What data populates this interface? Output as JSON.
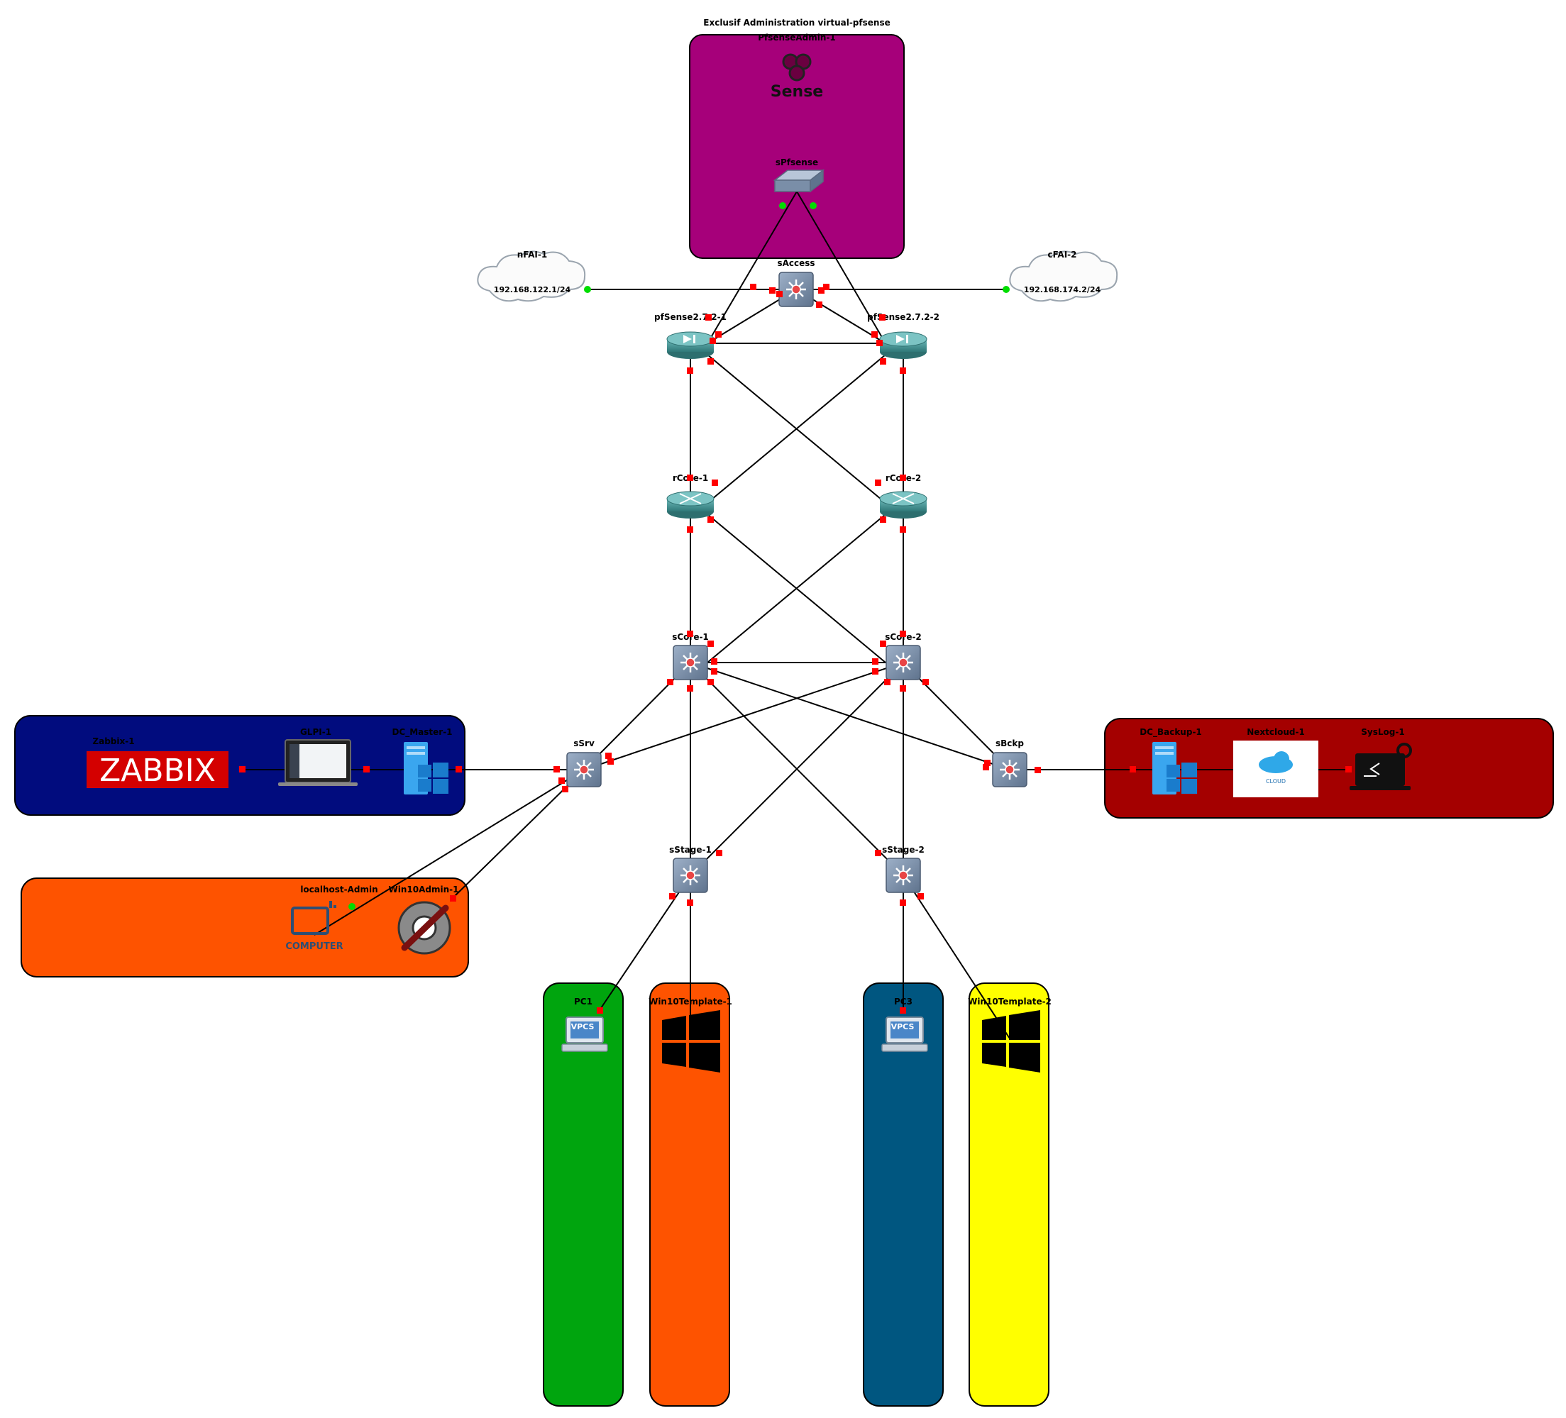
{
  "title": "Exclusif Administration virtual-pfsense",
  "colors": {
    "pfsense_zone": "#a6007a",
    "zabbix_zone": "#010c7e",
    "backup_zone": "#a40000",
    "admin_zone": "#fe5300",
    "pc1_zone": "#00a50e",
    "win1_zone": "#fe5300",
    "pc3_zone": "#005680",
    "win2_zone": "#ffff00",
    "link": "#000000",
    "port_down": "#ff0000",
    "port_up": "#00dd00",
    "router": "#4a9b9b",
    "switch": "#7a8fa8"
  },
  "nodes": {
    "pfsense_admin": "PfsenseAdmin-1",
    "pfsense_logo": "Sense",
    "spfsense": "sPfsense",
    "nfai": "nFAI-1",
    "nfai_ip": "192.168.122.1/24",
    "cfai": "cFAI-2",
    "cfai_ip": "192.168.174.2/24",
    "saccess": "sAccess",
    "pf1": "pfSense2.7.2-1",
    "pf2": "pfSense2.7.2-2",
    "rcore1": "rCore-1",
    "rcore2": "rCore-2",
    "score1": "sCore-1",
    "score2": "sCore-2",
    "ssrv": "sSrv",
    "sbckp": "sBckp",
    "zabbix": "Zabbix-1",
    "zabbix_logo": "ZABBIX",
    "glpi": "GLPI-1",
    "dc_master": "DC_Master-1",
    "dc_backup": "DC_Backup-1",
    "nextcloud": "Nextcloud-1",
    "nextcloud_logo": "CLOUD",
    "syslog": "SysLog-1",
    "localhost_admin": "localhost-Admin",
    "computer_text": "COMPUTER",
    "win10admin": "Win10Admin-1",
    "sstage1": "sStage-1",
    "sstage2": "sStage-2",
    "pc1": "PC1",
    "pc3": "PC3",
    "vpcs": "VPCS",
    "win10t1": "Win10Template-1",
    "win10t2": "Win10Template-2"
  }
}
